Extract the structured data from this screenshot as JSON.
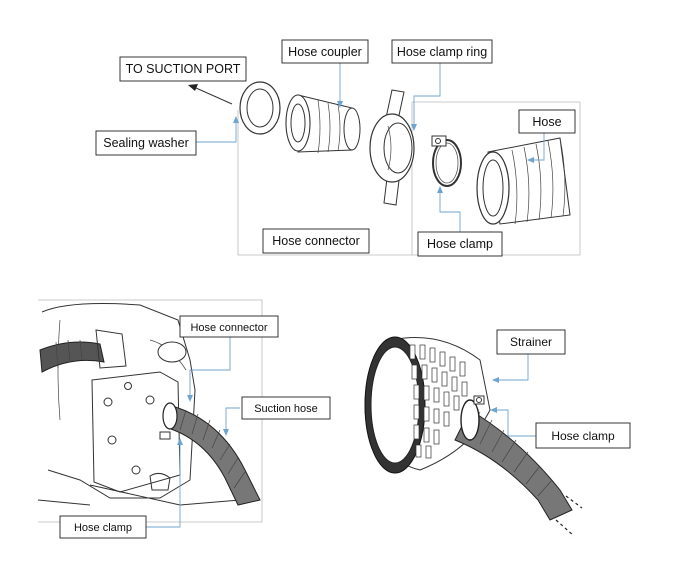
{
  "top_panel": {
    "labels": {
      "to_suction_port": "TO SUCTION PORT",
      "hose_coupler": "Hose coupler",
      "hose_clamp_ring": "Hose clamp ring",
      "hose": "Hose",
      "sealing_washer": "Sealing washer",
      "hose_connector": "Hose connector",
      "hose_clamp": "Hose clamp"
    }
  },
  "pump_panel": {
    "labels": {
      "hose_connector": "Hose connector",
      "suction_hose": "Suction hose",
      "hose_clamp": "Hose clamp"
    }
  },
  "strainer_panel": {
    "labels": {
      "strainer": "Strainer",
      "hose_clamp": "Hose clamp"
    }
  },
  "colors": {
    "leader_line": "#6fa4cf",
    "ink": "#222222"
  }
}
